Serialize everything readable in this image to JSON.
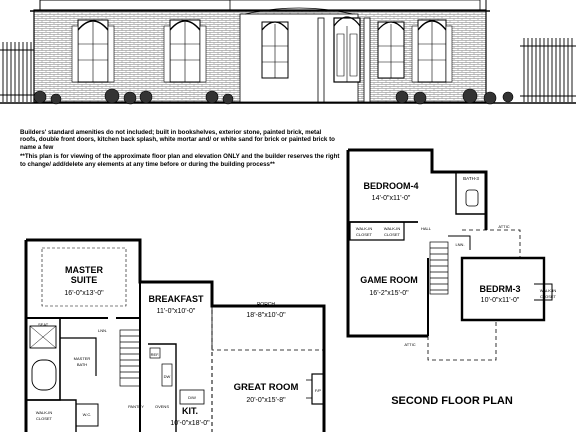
{
  "notes": {
    "builder_note": "Builders' standard amenities do not included;  built in bookshelves, exterior stone, painted brick, metal roofs, double front doors, kitchen back splash, white mortar and/ or white sand for brick or painted brick to name a few",
    "disclaimer": "**This plan is for viewing of the approximate floor plan and elevation ONLY and the builder reserves the right to change/ add/delete any elements at any time before or during the building process**"
  },
  "first_floor": {
    "master_suite": {
      "name_line1": "MASTER",
      "name_line2": "SUITE",
      "size": "16'-0\"x13'-0\""
    },
    "breakfast": {
      "name": "BREAKFAST",
      "size": "11'-0\"x10'-0\""
    },
    "porch": {
      "name": "PORCH",
      "size": "18'-8\"x10'-0\""
    },
    "great_room": {
      "name": "GREAT ROOM",
      "size": "20'-0\"x15'-8\""
    },
    "kitchen": {
      "name": "KIT.",
      "size": "10'-0\"x18'-0\""
    },
    "small_labels": {
      "seat": "SEAT",
      "linen": "LNN.",
      "master_bath_line1": "MASTER",
      "master_bath_line2": "BATH",
      "walk_in_closet_line1": "WALK-IN",
      "walk_in_closet_line2": "CLOSET",
      "wc": "W.C.",
      "pantry": "PANTRY",
      "ref": "REF.",
      "dw": "DW",
      "ovens": "OVENS",
      "dw2": "D/W",
      "fp": "F/P"
    }
  },
  "second_floor": {
    "title": "SECOND FLOOR PLAN",
    "bedroom4": {
      "name": "BEDROOM-4",
      "size": "14'-0\"x11'-0\""
    },
    "game_room": {
      "name": "GAME ROOM",
      "size": "16'-2\"x15'-0\""
    },
    "bedroom3": {
      "name": "BEDRM-3",
      "size": "10'-0\"x11'-0\""
    },
    "small_labels": {
      "bath": "BATH-3",
      "walk_in_left_line1": "WALK-IN",
      "walk_in_left_line2": "CLOSET",
      "walk_in_right_line1": "WALK-IN",
      "walk_in_right_line2": "CLOSET",
      "hall": "HALL",
      "linen": "LNN.",
      "attic1": "ATTIC",
      "attic2": "ATTIC"
    }
  }
}
